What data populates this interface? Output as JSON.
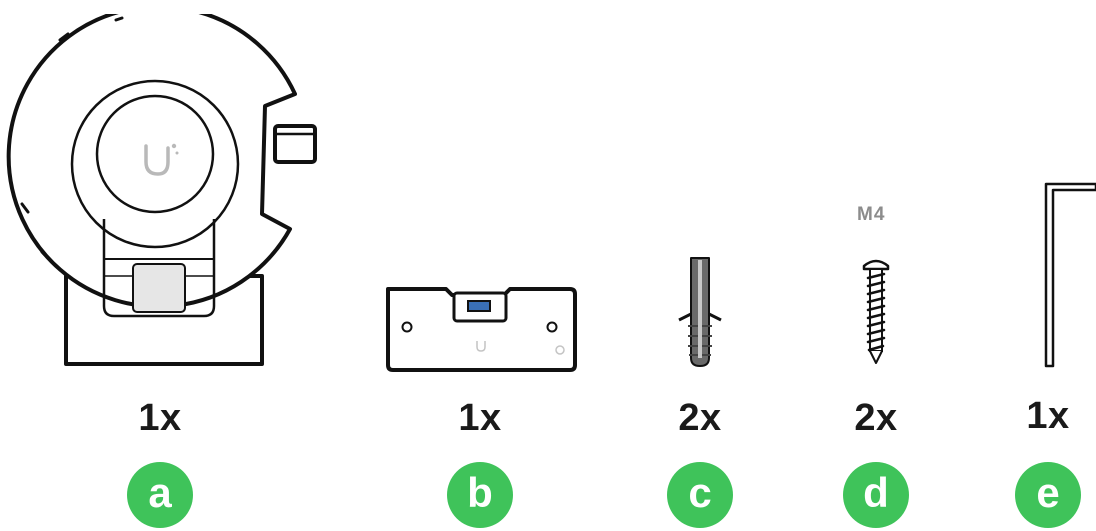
{
  "accent_color": "#3fc35a",
  "items": [
    {
      "id": "a",
      "name": "camera",
      "quantity": "1x",
      "letter": "a"
    },
    {
      "id": "b",
      "name": "mounting-plate",
      "quantity": "1x",
      "letter": "b"
    },
    {
      "id": "c",
      "name": "wall-anchor",
      "quantity": "2x",
      "letter": "c"
    },
    {
      "id": "d",
      "name": "screw",
      "quantity": "2x",
      "letter": "d",
      "spec": "M4"
    },
    {
      "id": "e",
      "name": "hex-key",
      "quantity": "1x",
      "letter": "e"
    }
  ]
}
